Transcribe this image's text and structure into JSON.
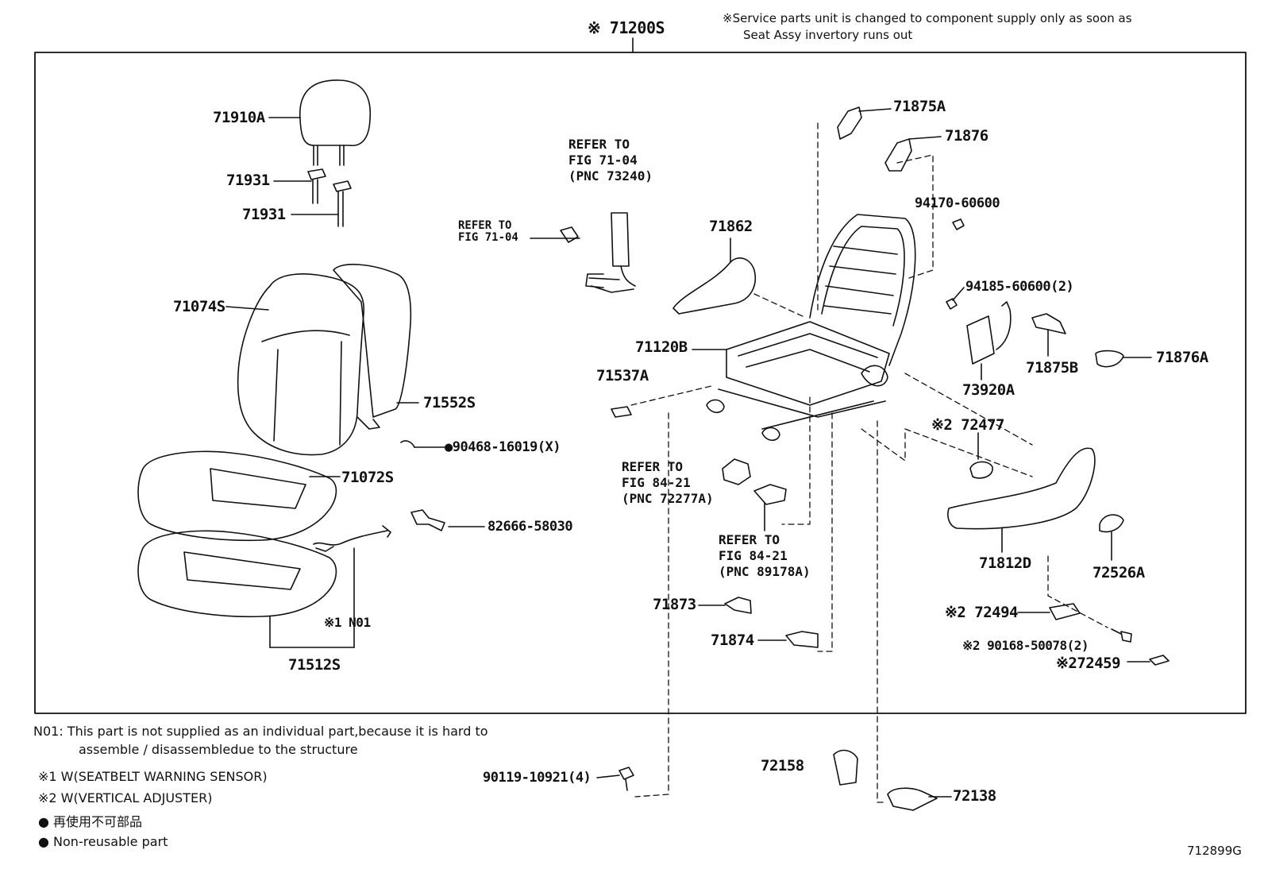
{
  "header": {
    "assy_label": "※ 71200S",
    "service_note_line1": "※Service parts unit is changed to component supply only as soon as",
    "service_note_line2": "Seat Assy invertory runs out"
  },
  "parts": {
    "p71910A": "71910A",
    "p71931a": "71931",
    "p71931b": "71931",
    "p71074S": "71074S",
    "p71552S": "71552S",
    "p90468": "●90468-16019(X)",
    "p71072S": "71072S",
    "p82666": "82666-58030",
    "pN01": "※1 N01",
    "p71512S": "71512S",
    "p71862": "71862",
    "p71120B": "71120B",
    "p71537A": "71537A",
    "p71875A": "71875A",
    "p71876": "71876",
    "p94170": "94170-60600",
    "p94185": "94185-60600(2)",
    "p71875B": "71875B",
    "p71876A": "71876A",
    "p73920A": "73920A",
    "p72477": "※2 72477",
    "p71812D": "71812D",
    "p72526A": "72526A",
    "p71873": "71873",
    "p71874": "71874",
    "p72494": "※2 72494",
    "p90168": "※2 90168-50078(2)",
    "p72459": "※272459",
    "p72158": "72158",
    "p72138": "72138",
    "p90119": "90119-10921(4)"
  },
  "refs": {
    "r1": [
      "REFER TO",
      "FIG 71-04",
      "(PNC 73240)"
    ],
    "r2": [
      "REFER TO",
      "FIG 71-04"
    ],
    "r3": [
      "REFER TO",
      "FIG 84-21",
      "(PNC 72277A)"
    ],
    "r4": [
      "REFER TO",
      "FIG 84-21",
      "(PNC 89178A)"
    ]
  },
  "notes": {
    "n01_line1": "N01:  This part is not supplied as an individual part,because it is hard to",
    "n01_line2": "assemble / disassembledue to the structure",
    "mark1": "※1   W(SEATBELT WARNING SENSOR)",
    "mark2": "※2   W(VERTICAL ADJUSTER)",
    "nonreuse_jp": "● 再使用不可部品",
    "nonreuse_en": "● Non-reusable part"
  },
  "figure_code": "712899G"
}
